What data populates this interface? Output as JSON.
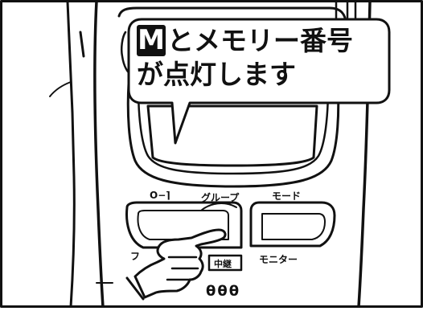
{
  "callout": {
    "highlight_letter": "M",
    "line1_rest": "とメモリー番号",
    "line2": "が点灯します"
  },
  "keys": {
    "key_icon_label": "O−⌉",
    "group_label": "グループ",
    "mode_label": "モード",
    "relay_label": "中継",
    "monitor_label": "モニター",
    "partial_left_label": "フ"
  },
  "misc": {
    "bottom_glyphs": "θθθ"
  },
  "colors": {
    "ink": "#111111",
    "paper": "#ffffff"
  }
}
